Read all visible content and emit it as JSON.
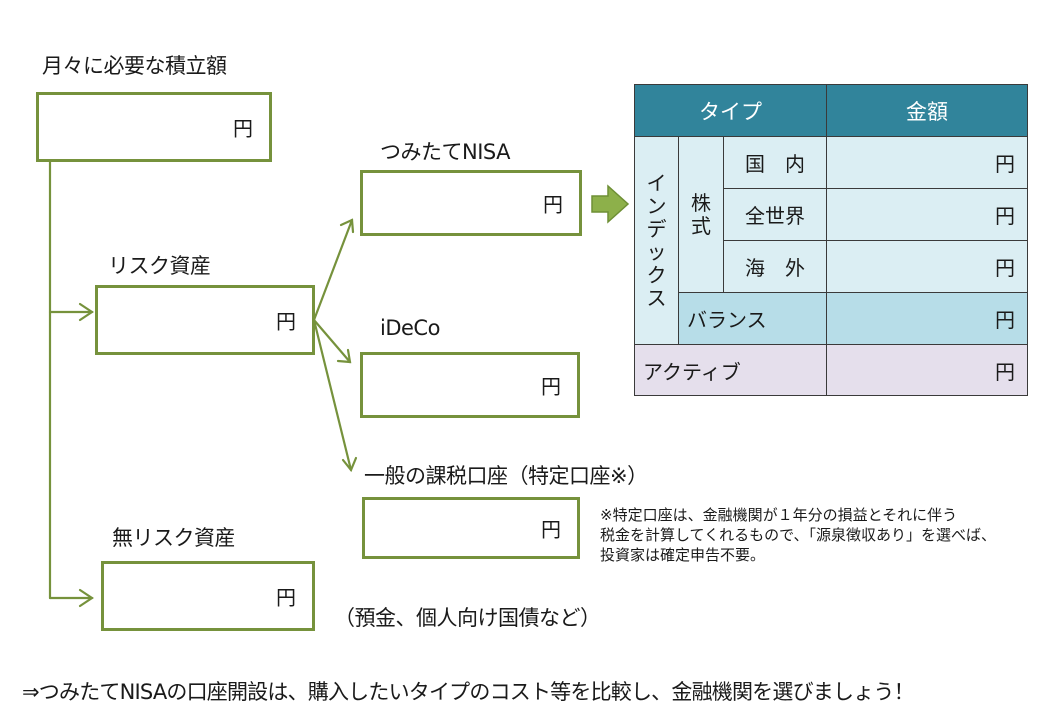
{
  "colors": {
    "box_border": "#76923c",
    "arrow": "#76923c",
    "big_arrow_fill": "#8db04a",
    "table_header": "#31849b",
    "table_light": "#dbeef3",
    "table_mid": "#b7dde8",
    "table_active": "#e5dfec"
  },
  "monthly": {
    "label": "月々に必要な積立額",
    "unit": "円"
  },
  "risk": {
    "label": "リスク資産",
    "unit": "円"
  },
  "riskfree": {
    "label": "無リスク資産",
    "unit": "円",
    "note": "（預金、個人向け国債など）"
  },
  "accounts": [
    {
      "label": "つみたてNISA",
      "unit": "円"
    },
    {
      "label": "iDeCo",
      "unit": "円"
    },
    {
      "label": "一般の課税口座（特定口座※）",
      "unit": "円"
    }
  ],
  "footnote": [
    "※特定口座は、金融機関が１年分の損益とそれに伴う",
    "税金を計算してくれるもので、「源泉徴収あり」を選べば、",
    "投資家は確定申告不要。"
  ],
  "table": {
    "header_type": "タイプ",
    "header_amount": "金額",
    "index_label": [
      "イ",
      "ン",
      "デ",
      "ッ",
      "ク",
      "ス"
    ],
    "stock_label": [
      "株",
      "式"
    ],
    "rows": [
      {
        "label": "国　内",
        "unit": "円"
      },
      {
        "label": "全世界",
        "unit": "円"
      },
      {
        "label": "海　外",
        "unit": "円"
      },
      {
        "label": "バランス",
        "unit": "円"
      },
      {
        "label": "アクティブ",
        "unit": "円"
      }
    ]
  },
  "footer": "⇒つみたてNISAの口座開設は、購入したいタイプのコスト等を比較し、金融機関を選びましょう！"
}
